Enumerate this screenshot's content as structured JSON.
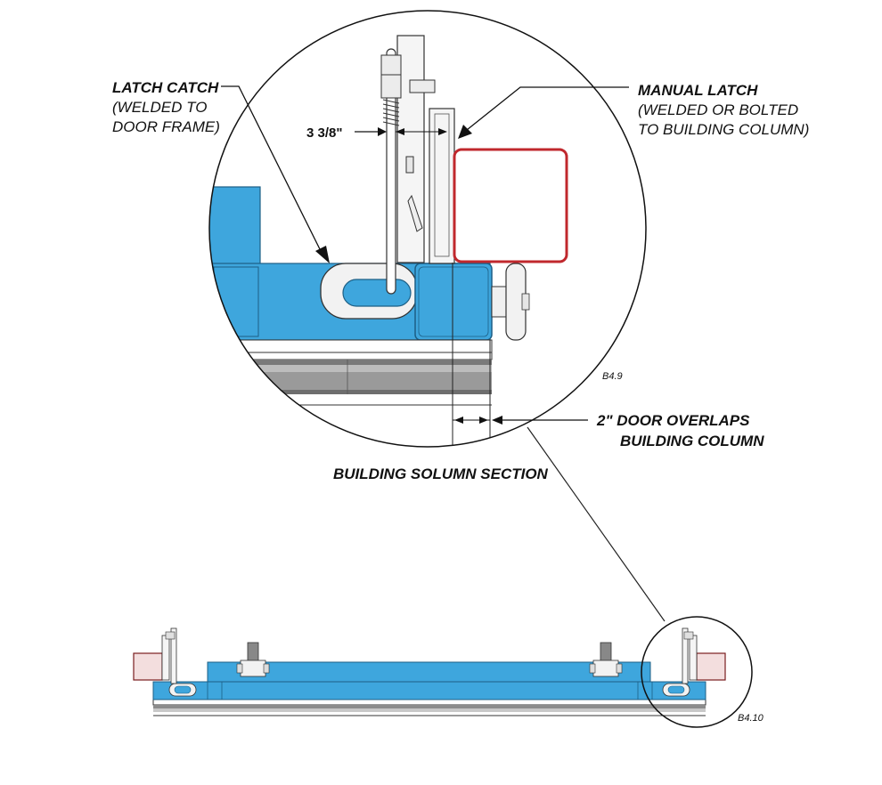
{
  "labels": {
    "latch_catch_title": "LATCH CATCH",
    "latch_catch_line2": "(WELDED TO",
    "latch_catch_line3": "DOOR FRAME)",
    "manual_latch_title": "MANUAL LATCH",
    "manual_latch_line2": "(WELDED OR BOLTED",
    "manual_latch_line3": "TO BUILDING COLUMN)",
    "dimension_gap": "3 3/8\"",
    "overlap_line1": "2\"  DOOR OVERLAPS",
    "overlap_line2": "BUILDING COLUMN",
    "section_title": "BUILDING SOLUMN SECTION",
    "detail_ref": "B4.9",
    "overview_ref": "B4.10"
  },
  "colors": {
    "door_frame_blue": "#3ea6dd",
    "column_red": "#c0282d",
    "column_fill_overview": "#f3dede",
    "line_dark": "#222222",
    "rail_gray": "#8c8c8c"
  }
}
